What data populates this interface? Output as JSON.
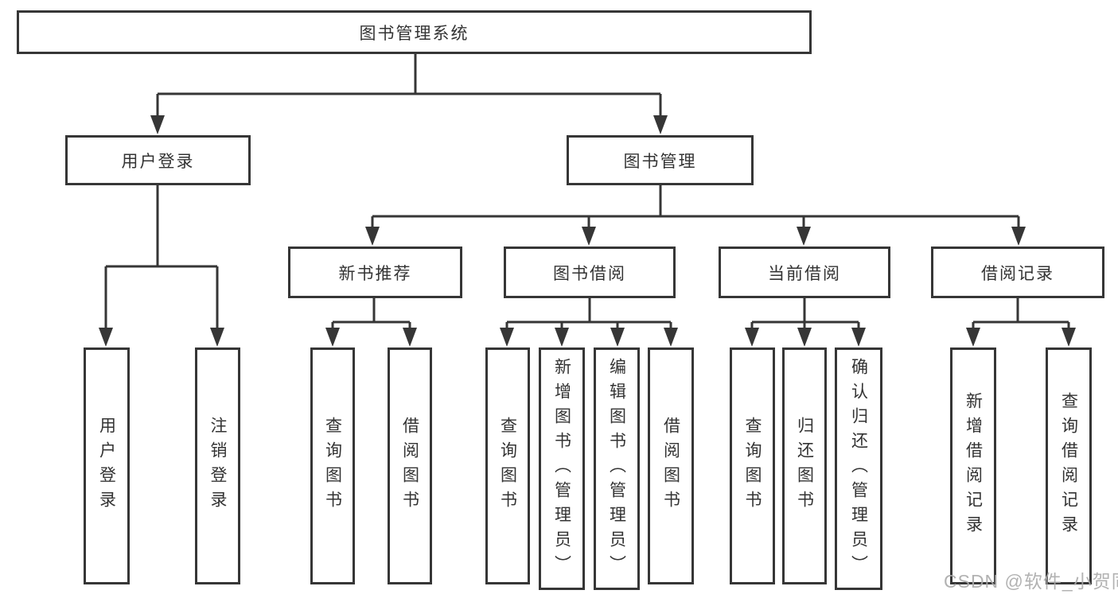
{
  "diagram_title": "图书管理系统",
  "tree": {
    "label": "图书管理系统",
    "children": [
      {
        "label": "用户登录",
        "children": [
          {
            "label": "用户登录"
          },
          {
            "label": "注销登录"
          }
        ]
      },
      {
        "label": "图书管理",
        "children": [
          {
            "label": "新书推荐",
            "children": [
              {
                "label": "查询图书"
              },
              {
                "label": "借阅图书"
              }
            ]
          },
          {
            "label": "图书借阅",
            "children": [
              {
                "label": "查询图书"
              },
              {
                "label": "新增图书（管理员）"
              },
              {
                "label": "编辑图书（管理员）"
              },
              {
                "label": "借阅图书"
              }
            ]
          },
          {
            "label": "当前借阅",
            "children": [
              {
                "label": "查询图书"
              },
              {
                "label": "归还图书"
              },
              {
                "label": "确认归还（管理员）"
              }
            ]
          },
          {
            "label": "借阅记录",
            "children": [
              {
                "label": "新增借阅记录"
              },
              {
                "label": "查询借阅记录"
              }
            ]
          }
        ]
      }
    ]
  },
  "watermark": {
    "text": "CSDN @软件_小贺同学"
  },
  "colors": {
    "line": "#363636",
    "box_border": "#363636",
    "text": "#333333",
    "watermark": "#aaaaaa",
    "background": "#ffffff"
  }
}
